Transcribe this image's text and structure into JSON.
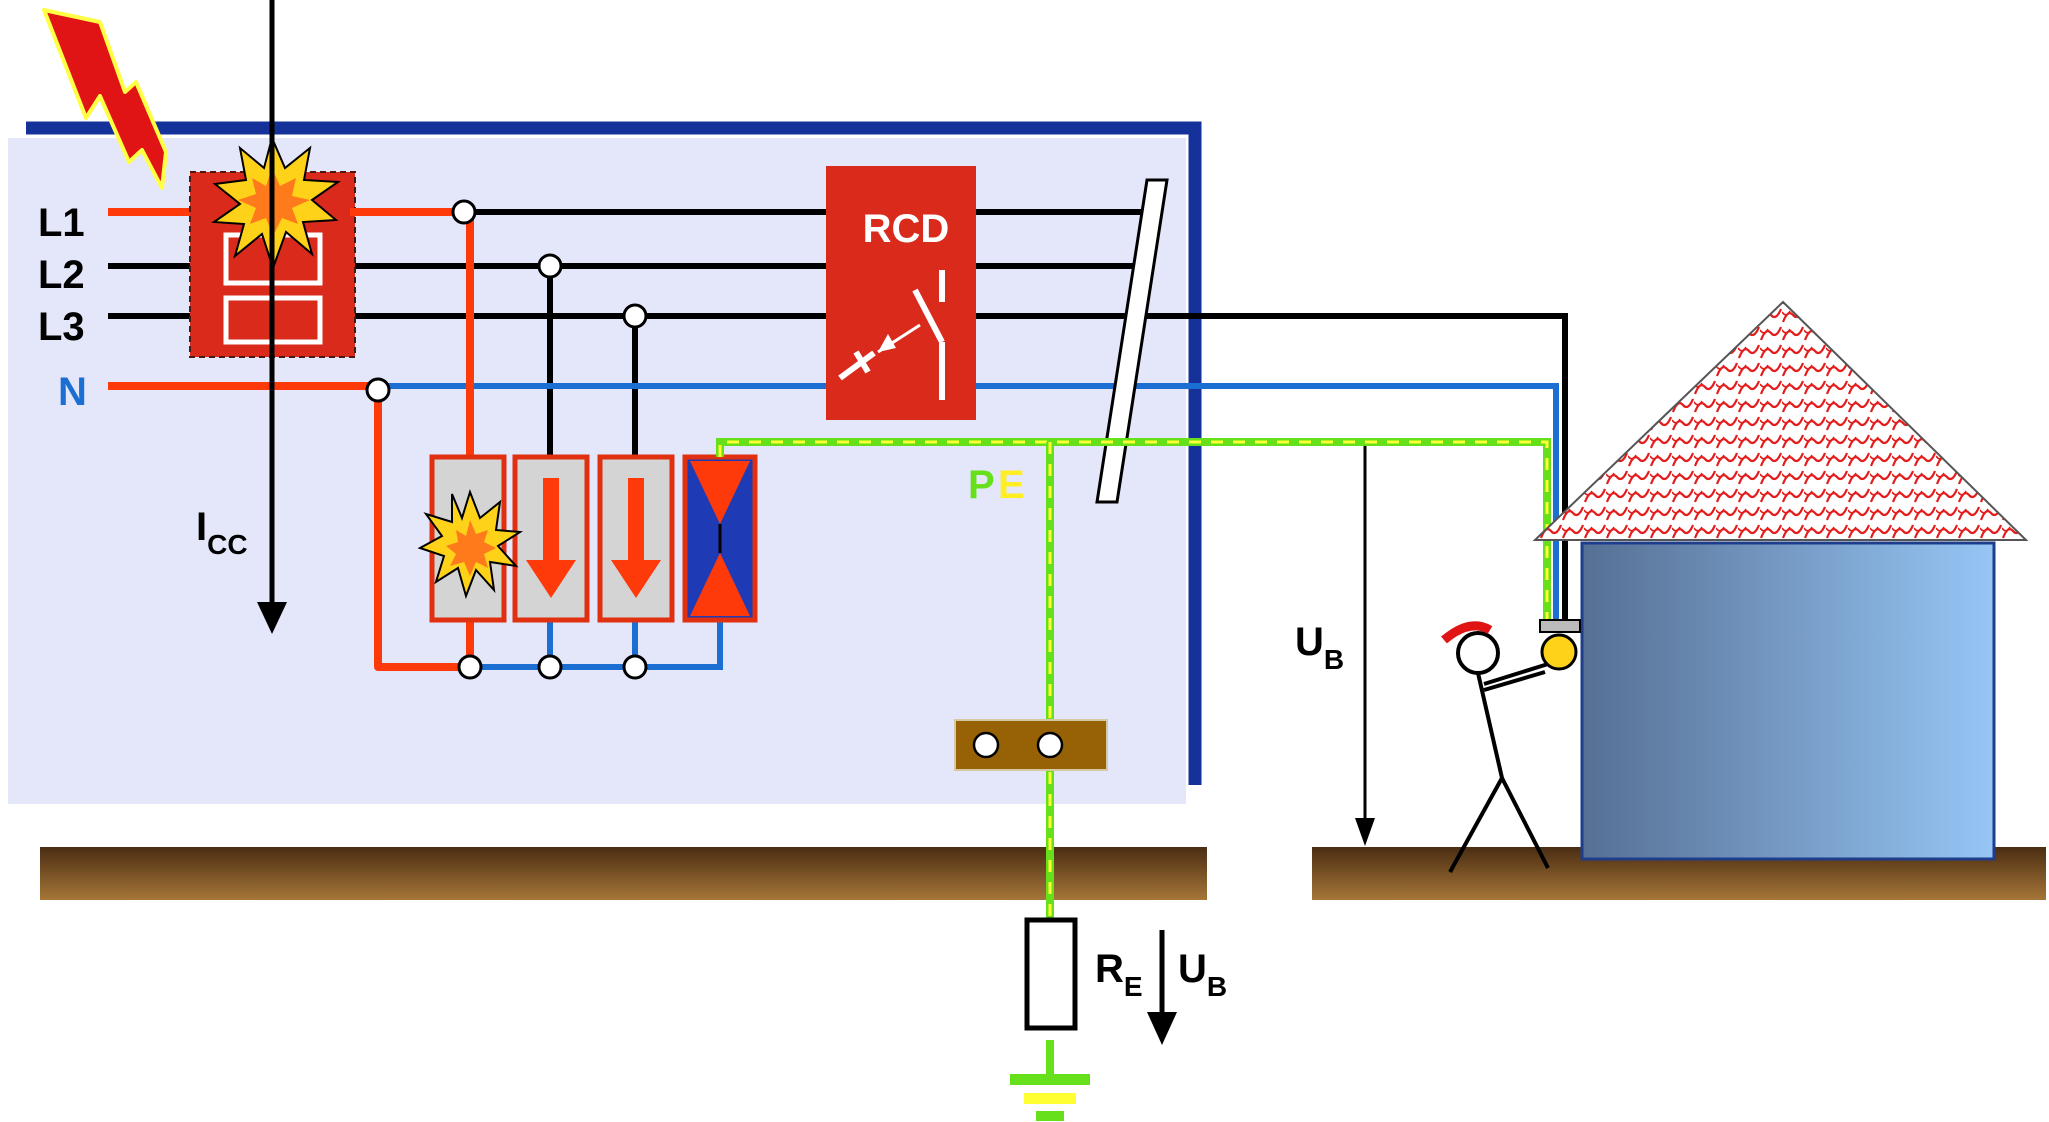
{
  "labels": {
    "l1": "L1",
    "l2": "L2",
    "l3": "L3",
    "n": "N",
    "rcd": "RCD",
    "pe_p": "P",
    "pe_e": "E",
    "icc_main": "I",
    "icc_sub": "CC",
    "ub_main": "U",
    "ub_sub": "B",
    "re_main": "R",
    "re_sub": "E",
    "ub2_main": "U",
    "ub2_sub": "B"
  },
  "icons": {
    "lightning": "lightning-bolt-icon",
    "explosion": "explosion-icon",
    "ground": "ground-symbol-icon",
    "person": "person-icon",
    "house": "house-icon"
  },
  "colors": {
    "panel_bg": "#e4e6fa",
    "panel_border": "#15329a",
    "fault": "#ff3a0a",
    "neutral": "#1c6fd2",
    "phase": "#000000",
    "device_red": "#d92a1c",
    "pe_green": "#66e01a",
    "pe_yellow": "#ffff33",
    "earth": "#8c5a2a",
    "roof": "#e41c1c",
    "wall_dark": "#566f94",
    "wall_light": "#96c6f5"
  }
}
